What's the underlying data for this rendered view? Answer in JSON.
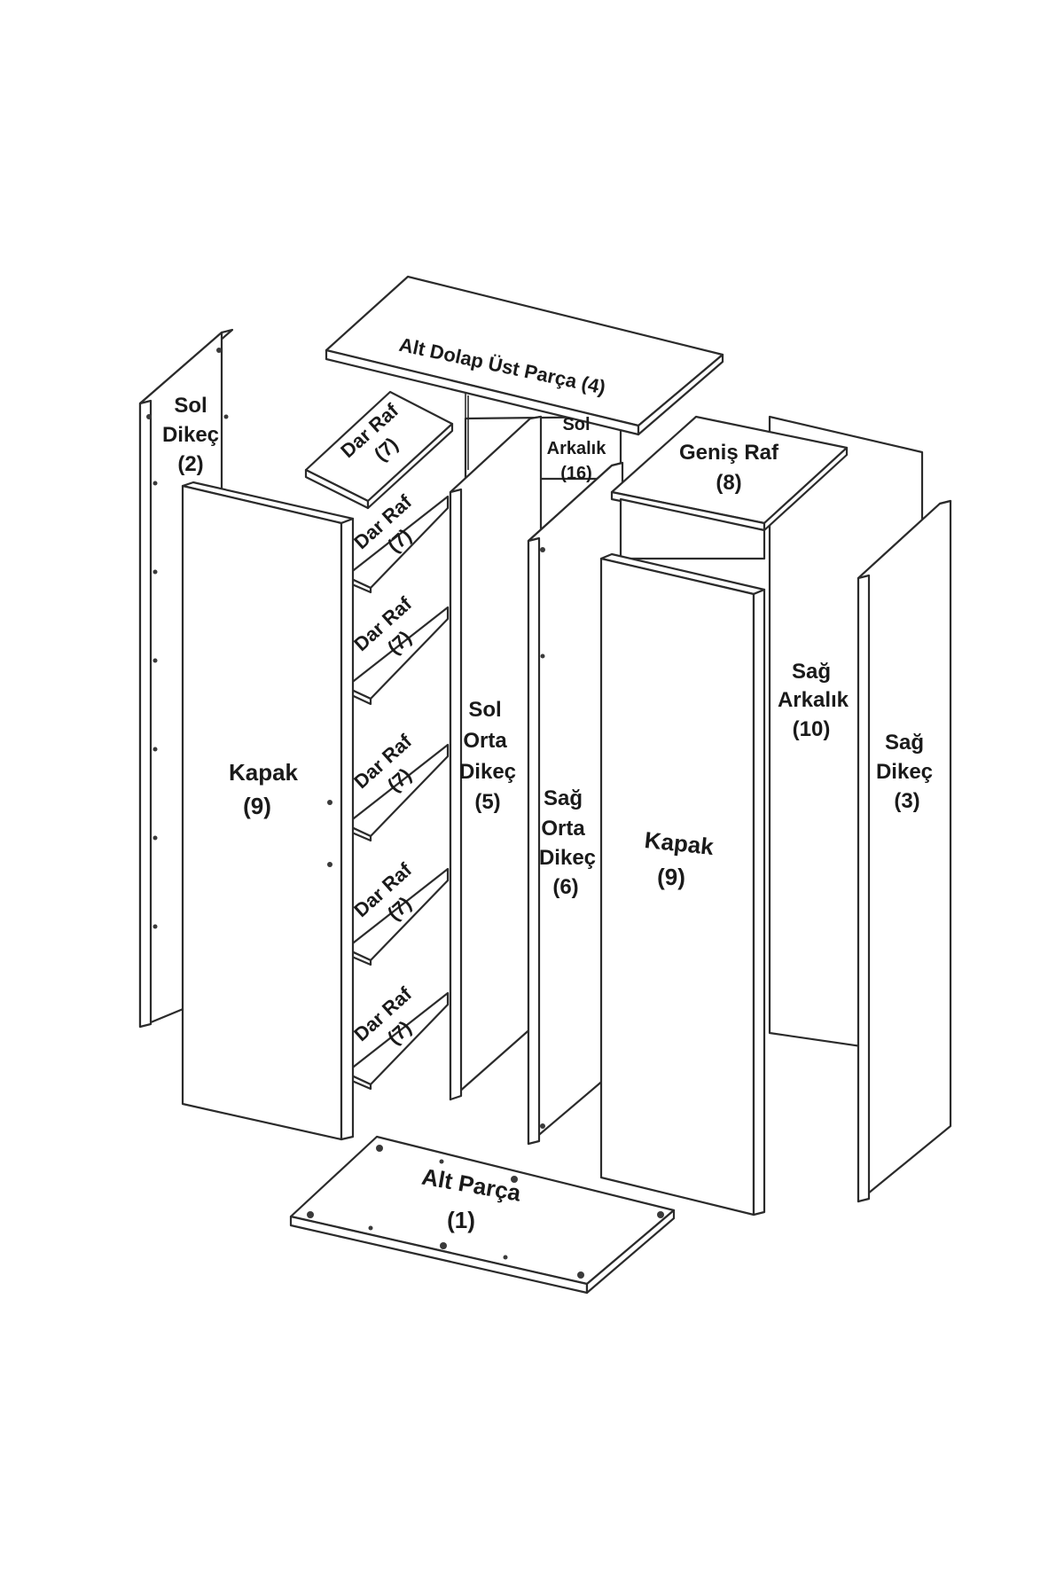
{
  "parts": {
    "sol_dikec": [
      "Sol",
      "Dikeç",
      "(2)"
    ],
    "ust_parca": "Alt Dolap Üst Parça (4)",
    "dar_raf": [
      "Dar Raf",
      "(7)"
    ],
    "sol_arkalik": [
      "Sol",
      "Arkalık",
      "(16)"
    ],
    "genis_raf": [
      "Geniş Raf",
      "(8)"
    ],
    "kapak_left": [
      "Kapak",
      "(9)"
    ],
    "sol_orta_dikec": [
      "Sol",
      "Orta",
      "Dikeç",
      "(5)"
    ],
    "sag_orta_dikec": [
      "Sağ",
      "Orta",
      "Dikeç",
      "(6)"
    ],
    "kapak_right": [
      "Kapak",
      "(9)"
    ],
    "sag_arkalik": [
      "Sağ",
      "Arkalık",
      "(10)"
    ],
    "sag_dikec": [
      "Sağ",
      "Dikeç",
      "(3)"
    ],
    "alt_parca": [
      "Alt Parça",
      "(1)"
    ]
  }
}
